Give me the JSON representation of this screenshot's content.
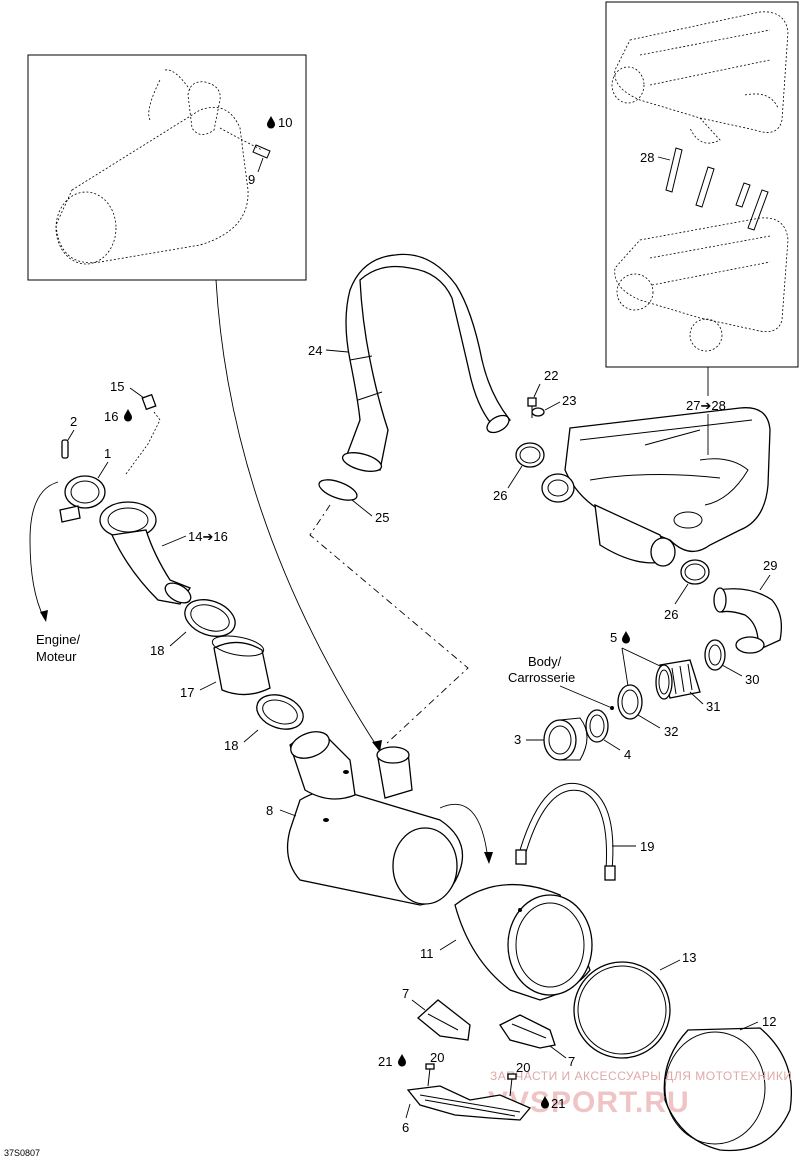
{
  "diagram_code": "37S0807",
  "watermark": {
    "line1": "ЗАПЧАСТИ И АКСЕССУАРЫ ДЛЯ МОТОТЕХНИКИ",
    "line2": "VVSPORT.RU"
  },
  "labels": {
    "engine": "Engine/",
    "moteur": "Moteur",
    "body": "Body/",
    "carrosserie": "Carrosserie"
  },
  "callouts": {
    "p1": "1",
    "p2": "2",
    "p3": "3",
    "p4": "4",
    "p5": "5",
    "p6": "6",
    "p7a": "7",
    "p7b": "7",
    "p8": "8",
    "p9": "9",
    "p10": "10",
    "p11": "11",
    "p12": "12",
    "p13": "13",
    "p14_16": "14➔16",
    "p15": "15",
    "p16": "16",
    "p17": "17",
    "p18a": "18",
    "p18b": "18",
    "p19": "19",
    "p20a": "20",
    "p20b": "20",
    "p21a": "21",
    "p21b": "21",
    "p22": "22",
    "p23": "23",
    "p24": "24",
    "p25": "25",
    "p26a": "26",
    "p26b": "26",
    "p27_28": "27➔28",
    "p28": "28",
    "p29": "29",
    "p30": "30",
    "p31": "31",
    "p32": "32"
  },
  "icons": {
    "sealant": "drop-icon"
  }
}
